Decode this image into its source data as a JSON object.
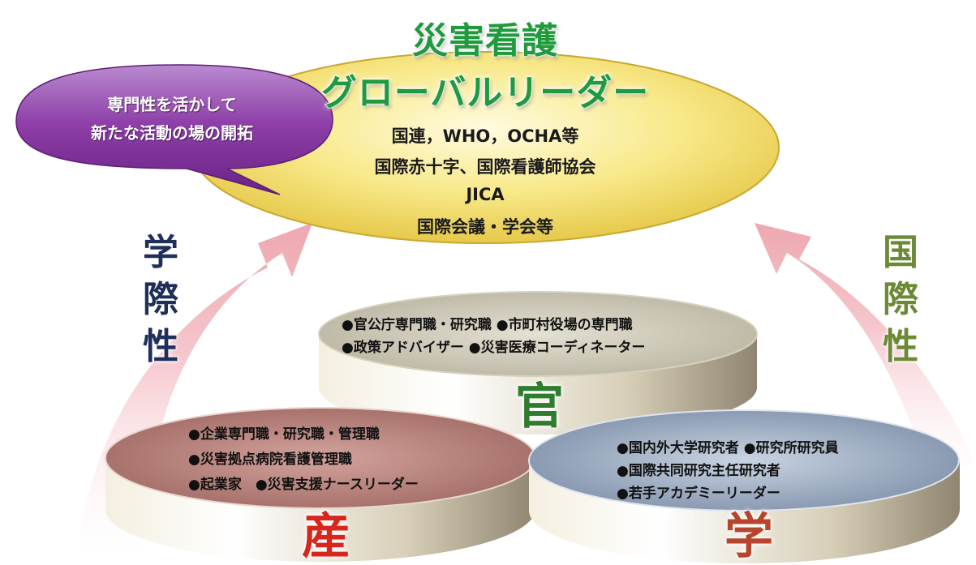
{
  "goal": {
    "title_line1": "災害看護",
    "title_line2": "グローバルリーダー",
    "lines": [
      "国連，WHO，OCHA等",
      "国際赤十字、国際看護師協会",
      "JICA",
      "国際会議・学会等"
    ]
  },
  "bubble": {
    "lines": [
      "専門性を活かして",
      "新たな活動の場の開拓"
    ]
  },
  "left_arrow": {
    "label_chars": [
      "学",
      "際",
      "性"
    ]
  },
  "right_arrow": {
    "label_chars": [
      "国",
      "際",
      "性"
    ]
  },
  "platforms": {
    "government": {
      "label": "官",
      "items": [
        "●官公庁専門職・研究職 ●市町村役場の専門職",
        "●政策アドバイザー ●災害医療コーディネーター"
      ]
    },
    "industry": {
      "label": "産",
      "items": [
        "●企業専門職・研究職・管理職",
        "●災害拠点病院看護管理職",
        "●起業家　●災害支援ナースリーダー"
      ]
    },
    "academia": {
      "label": "学",
      "items": [
        "●国内外大学研究者 ●研究所研究員",
        "●国際共同研究主任研究者",
        "●若手アカデミーリーダー"
      ]
    }
  },
  "colors": {
    "title_green": "#1f9a3c",
    "left_label_navy": "#1f2f5a",
    "right_label_olive": "#6a8a35",
    "label_government": "#2e7d2e",
    "label_industry": "#d8261c",
    "label_academia": "#b7442c",
    "arrow_pink": "#f2b9c0",
    "bubble_purple": "#8e3fa8"
  }
}
